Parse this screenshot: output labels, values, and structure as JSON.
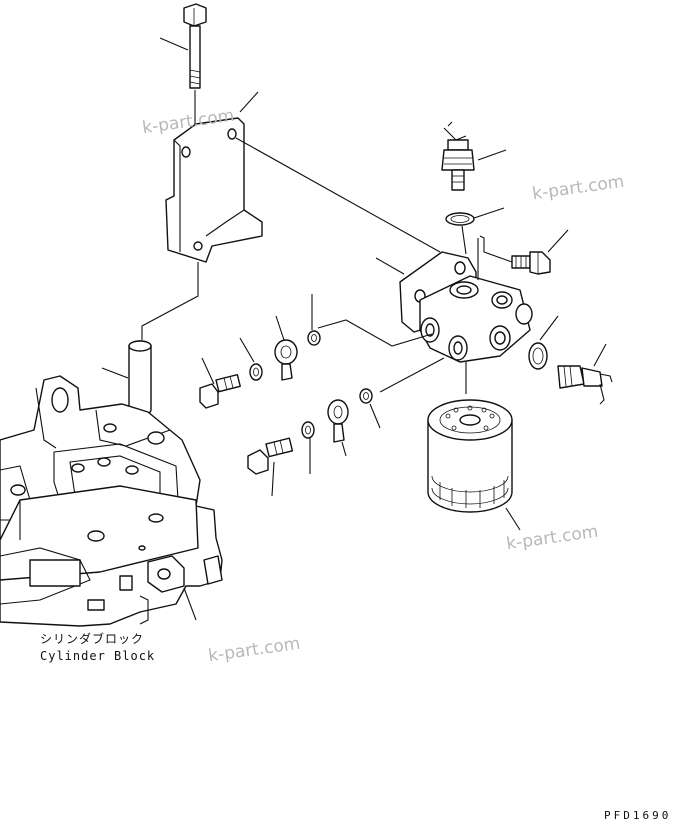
{
  "labels": {
    "cylinder_block_jp": "シリンダブロック",
    "cylinder_block_en": "Cylinder Block",
    "drawing_code": "PFD1690"
  },
  "watermarks": [
    "k-part.com",
    "k-part.com",
    "k-part.com",
    "k-part.com"
  ]
}
